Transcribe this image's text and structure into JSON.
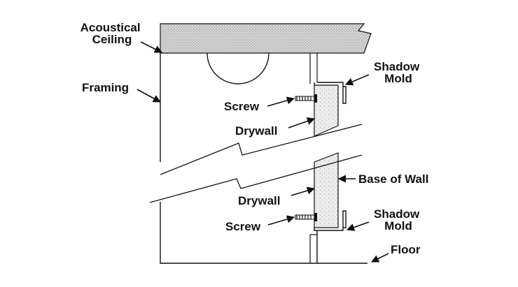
{
  "diagram": {
    "labels": {
      "acoustical_ceiling": [
        "Acoustical",
        "Ceiling"
      ],
      "framing": "Framing",
      "screw_top": "Screw",
      "drywall_top": "Drywall",
      "shadow_mold_top": [
        "Shadow",
        "Mold"
      ],
      "base_of_wall": "Base of Wall",
      "drywall_bottom": "Drywall",
      "screw_bottom": "Screw",
      "shadow_mold_bottom": [
        "Shadow",
        "Mold"
      ],
      "floor": "Floor"
    },
    "colors": {
      "line": "#111111",
      "ceiling_fill": "#c9c9c9",
      "drywall_fill": "#e6e6e6",
      "background": "#ffffff"
    }
  }
}
